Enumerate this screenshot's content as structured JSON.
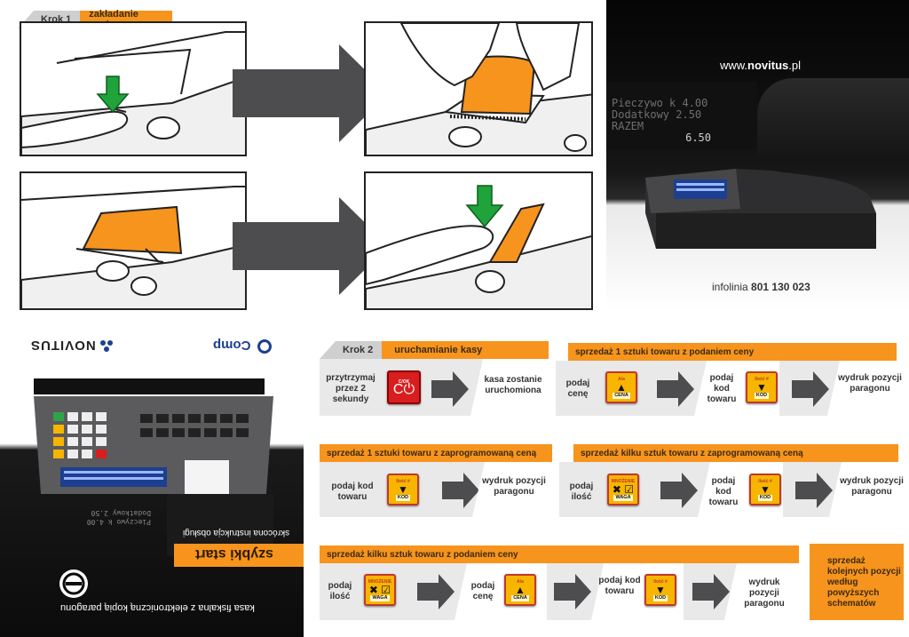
{
  "step1": {
    "krok": "Krok 1",
    "label": "zakładanie papieru"
  },
  "step2": {
    "krok": "Krok 2",
    "label": "uruchamianie kasy"
  },
  "brand": {
    "website_prefix": "www.",
    "website_bold": "novitus",
    "website_suffix": ".pl",
    "hotline_label": "infolinia",
    "hotline_number": "801 130 023",
    "logo_novitus": "NOVITUS",
    "logo_comp": "Comp",
    "display_line1": "Pieczywo k 4.00",
    "display_line2": "Dodatkowy 2.50",
    "display_line3": "RAZEM",
    "display_line4": "6.50"
  },
  "cover": {
    "title": "szybki start",
    "subtitle": "skrócona instrukcja obsługi",
    "footer": "kasa fiskalna z elektroniczną kopią paragonu"
  },
  "colors": {
    "orange": "#f7941d",
    "gray_row": "#e9e9ea",
    "green_arrow": "#1fa33a",
    "paper": "#f7941d"
  },
  "rows": {
    "start": {
      "hold": "przytrzymaj przez 2 sekundy",
      "result": "kasa zostanie uruchomiona",
      "key_top": "C/OK",
      "key_sym": "C⏻"
    },
    "one_price": {
      "header": "sprzedaż 1 sztuki towaru z podaniem ceny",
      "t1": "podaj cenę",
      "t2": "podaj kod towaru",
      "t3": "wydruk pozycji paragonu",
      "k1_top": "A/a",
      "k1_sym": "▲",
      "k1_bot": "CENA",
      "k2_top": "Ilość #",
      "k2_sym": "▼",
      "k2_bot": "KOD"
    },
    "one_prog": {
      "header": "sprzedaż 1 sztuki towaru z zaprogramowaną ceną",
      "t1": "podaj kod towaru",
      "t2": "wydruk pozycji paragonu",
      "k1_top": "Ilość #",
      "k1_sym": "▼",
      "k1_bot": "KOD"
    },
    "many_prog": {
      "header": "sprzedaż kilku sztuk towaru z zaprogramowaną ceną",
      "t1": "podaj ilość",
      "t2": "podaj kod towaru",
      "t3": "wydruk pozycji paragonu",
      "k1_top": "MNOŻENIE",
      "k1_sym": "✖ ☑",
      "k1_bot": "WAGA",
      "k2_top": "Ilość #",
      "k2_sym": "▼",
      "k2_bot": "KOD"
    },
    "many_price": {
      "header": "sprzedaż kilku sztuk towaru z podaniem ceny",
      "t1": "podaj ilość",
      "t2": "podaj cenę",
      "t3": "podaj kod towaru",
      "t4": "wydruk pozycji paragonu",
      "k1_top": "MNOŻENIE",
      "k1_sym": "✖ ☑",
      "k1_bot": "WAGA",
      "k2_top": "A/a",
      "k2_sym": "▲",
      "k2_bot": "CENA",
      "k3_top": "Ilość #",
      "k3_sym": "▼",
      "k3_bot": "KOD"
    }
  },
  "note": "sprzedaż kolejnych pozycji według powyższych schematów"
}
